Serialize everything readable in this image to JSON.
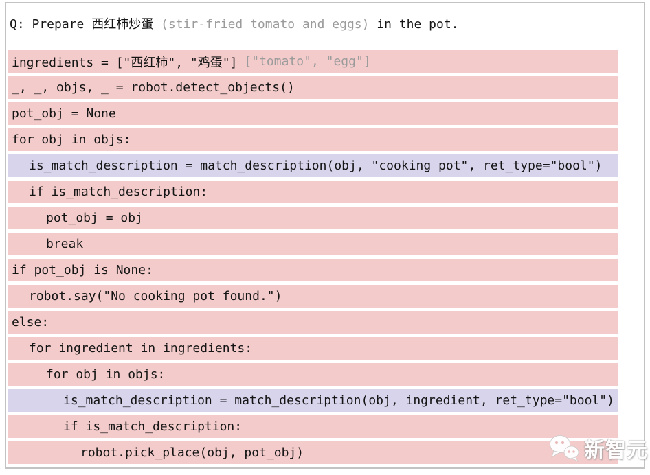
{
  "title": {
    "prefix": "Q: Prepare 西红柿炒蛋 ",
    "gray": "(stir-fried tomato and eggs)",
    "suffix": " in the pot."
  },
  "code_rows": [
    {
      "indent": 0,
      "highlight": "pink",
      "text": "ingredients = [\"西红柿\", \"鸡蛋\"]",
      "gray_text": "[\"tomato\", \"egg\"]"
    },
    {
      "indent": 0,
      "highlight": "pink",
      "text": "_, _, objs, _ = robot.detect_objects()"
    },
    {
      "indent": 0,
      "highlight": "pink",
      "text": "pot_obj = None"
    },
    {
      "indent": 0,
      "highlight": "pink",
      "text": "for obj in objs:"
    },
    {
      "indent": 1,
      "highlight": "lavender",
      "text": "is_match_description = match_description(obj, \"cooking pot\", ret_type=\"bool\")"
    },
    {
      "indent": 1,
      "highlight": "pink",
      "text": "if is_match_description:"
    },
    {
      "indent": 2,
      "highlight": "pink",
      "text": "pot_obj = obj"
    },
    {
      "indent": 2,
      "highlight": "pink",
      "text": "break"
    },
    {
      "indent": 0,
      "highlight": "pink",
      "text": "if pot_obj is None:"
    },
    {
      "indent": 1,
      "highlight": "pink",
      "text": "robot.say(\"No cooking pot found.\")"
    },
    {
      "indent": 0,
      "highlight": "pink",
      "text": "else:"
    },
    {
      "indent": 1,
      "highlight": "pink",
      "text": "for ingredient in ingredients:"
    },
    {
      "indent": 2,
      "highlight": "pink",
      "text": "for obj in objs:"
    },
    {
      "indent": 3,
      "highlight": "lavender",
      "text": "is_match_description = match_description(obj, ingredient, ret_type=\"bool\")"
    },
    {
      "indent": 3,
      "highlight": "pink",
      "text": "if is_match_description:"
    },
    {
      "indent": 4,
      "highlight": "pink",
      "text": "robot.pick_place(obj, pot_obj)"
    }
  ],
  "colors": {
    "row_pink": "#f3cbcb",
    "row_lavender": "#d8d4ec",
    "text": "#151515",
    "gray_text": "#9b9b9b",
    "frame_border": "#c3c3c3"
  },
  "watermark": {
    "label": "新智元",
    "icon": "chat-bubbles-icon"
  }
}
